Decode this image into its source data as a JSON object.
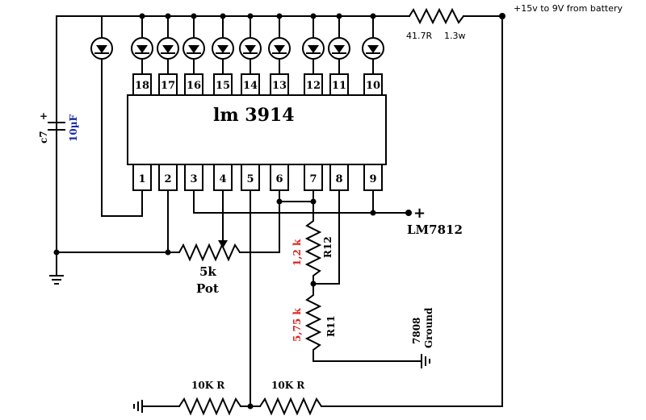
{
  "chip": {
    "label": "lm 3914",
    "top_pins": [
      "18",
      "17",
      "16",
      "15",
      "14",
      "13",
      "12",
      "11",
      "10"
    ],
    "bottom_pins": [
      "1",
      "2",
      "3",
      "4",
      "5",
      "6",
      "7",
      "8",
      "9"
    ]
  },
  "supply": {
    "label": "+15v to 9V  from battery",
    "resistor_value": "41.7R",
    "resistor_power": "1.3w"
  },
  "capacitor": {
    "name": "c7",
    "polarity": "+",
    "value": "10µF"
  },
  "pot": {
    "value": "5k",
    "name": "Pot"
  },
  "regulator": {
    "polarity": "+",
    "label": "LM7812"
  },
  "r12": {
    "value": "1,2 k",
    "name": "R12"
  },
  "r11": {
    "value": "5,75 k",
    "name": "R11"
  },
  "ground_note": {
    "line1": "7808",
    "line2": "Ground"
  },
  "divider": {
    "left": "10K R",
    "right": "10K R"
  },
  "colors": {
    "value_red": "#e02020",
    "cap_blue": "#1a2aa0",
    "line": "#000000"
  }
}
